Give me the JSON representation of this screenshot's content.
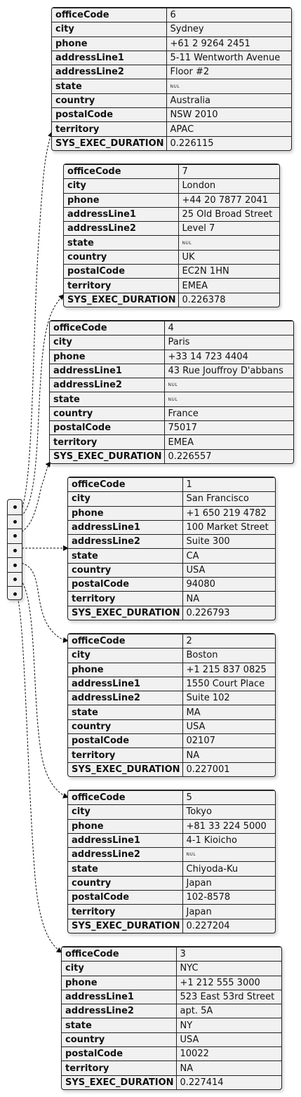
{
  "null_marker": "NUL",
  "columns": [
    "officeCode",
    "city",
    "phone",
    "addressLine1",
    "addressLine2",
    "state",
    "country",
    "postalCode",
    "territory",
    "SYS_EXEC_DURATION"
  ],
  "records": [
    {
      "officeCode": "6",
      "city": "Sydney",
      "phone": "+61 2 9264 2451",
      "addressLine1": "5-11 Wentworth Avenue",
      "addressLine2": "Floor #2",
      "state": null,
      "country": "Australia",
      "postalCode": "NSW 2010",
      "territory": "APAC",
      "SYS_EXEC_DURATION": "0.226115"
    },
    {
      "officeCode": "7",
      "city": "London",
      "phone": "+44 20 7877 2041",
      "addressLine1": "25 Old Broad Street",
      "addressLine2": "Level 7",
      "state": null,
      "country": "UK",
      "postalCode": "EC2N 1HN",
      "territory": "EMEA",
      "SYS_EXEC_DURATION": "0.226378"
    },
    {
      "officeCode": "4",
      "city": "Paris",
      "phone": "+33 14 723 4404",
      "addressLine1": "43 Rue Jouffroy D'abbans",
      "addressLine2": null,
      "state": null,
      "country": "France",
      "postalCode": "75017",
      "territory": "EMEA",
      "SYS_EXEC_DURATION": "0.226557"
    },
    {
      "officeCode": "1",
      "city": "San Francisco",
      "phone": "+1 650 219 4782",
      "addressLine1": "100 Market Street",
      "addressLine2": "Suite 300",
      "state": "CA",
      "country": "USA",
      "postalCode": "94080",
      "territory": "NA",
      "SYS_EXEC_DURATION": "0.226793"
    },
    {
      "officeCode": "2",
      "city": "Boston",
      "phone": "+1 215 837 0825",
      "addressLine1": "1550 Court Place",
      "addressLine2": "Suite 102",
      "state": "MA",
      "country": "USA",
      "postalCode": "02107",
      "territory": "NA",
      "SYS_EXEC_DURATION": "0.227001"
    },
    {
      "officeCode": "5",
      "city": "Tokyo",
      "phone": "+81 33 224 5000",
      "addressLine1": "4-1 Kioicho",
      "addressLine2": null,
      "state": "Chiyoda-Ku",
      "country": "Japan",
      "postalCode": "102-8578",
      "territory": "Japan",
      "SYS_EXEC_DURATION": "0.227204"
    },
    {
      "officeCode": "3",
      "city": "NYC",
      "phone": "+1 212 555 3000",
      "addressLine1": "523 East 53rd Street",
      "addressLine2": "apt. 5A",
      "state": "NY",
      "country": "USA",
      "postalCode": "10022",
      "territory": "NA",
      "SYS_EXEC_DURATION": "0.227414"
    }
  ]
}
